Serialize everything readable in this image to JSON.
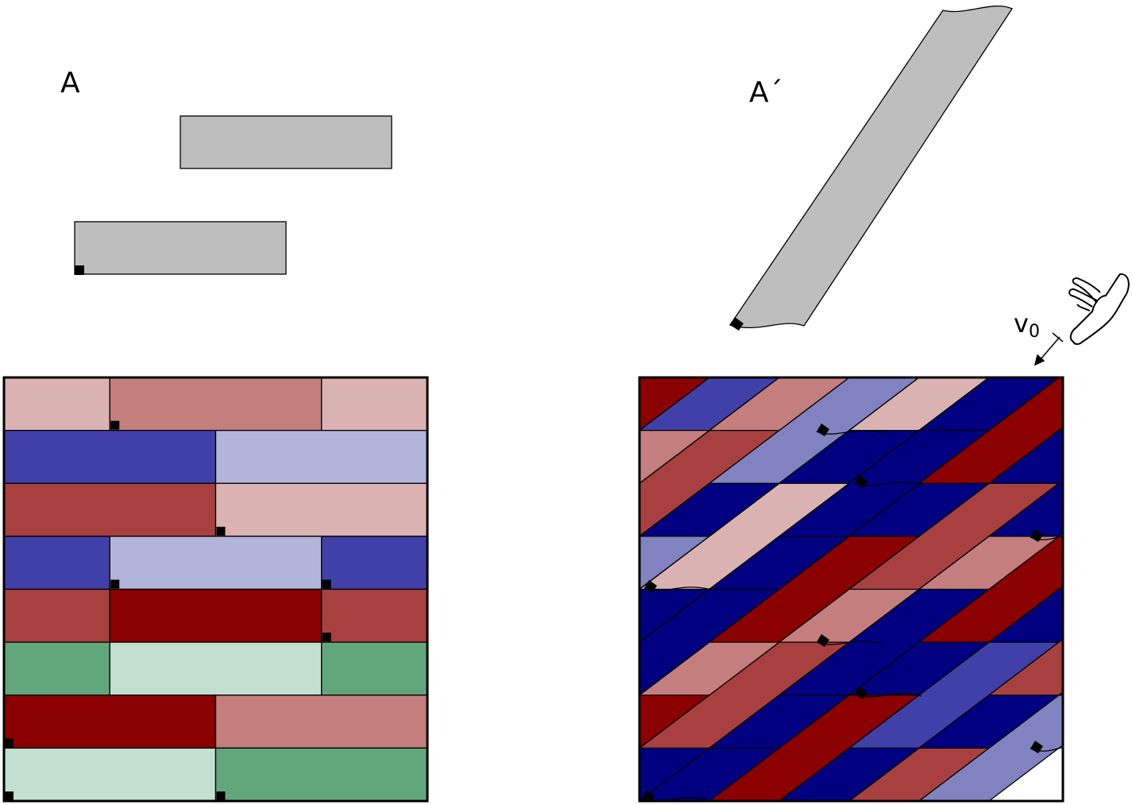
{
  "labels": {
    "panel_left": "A",
    "panel_right": "A´",
    "velocity_symbol": "v",
    "velocity_subscript": "0"
  },
  "colors": {
    "gray_tile": "#bebebe",
    "outline": "#000000",
    "palette": {
      "lr": "#dbb2b2",
      "r": "#c47e7e",
      "dr": "#a84040",
      "crimson": "#8b0000",
      "lb": "#b2b4da",
      "mb": "#8182c0",
      "b": "#4040a8",
      "navy": "#000080",
      "g": "#62a67c",
      "lg": "#c2dfd0"
    }
  },
  "left_tiling": {
    "rows": [
      [
        "lr",
        "r",
        "lr"
      ],
      [
        "b",
        "lb"
      ],
      [
        "dr",
        "lr"
      ],
      [
        "b",
        "lb",
        "b"
      ],
      [
        "dr",
        "crimson",
        "dr"
      ],
      [
        "g",
        "lg",
        "g"
      ],
      [
        "crimson",
        "r"
      ],
      [
        "lg",
        "g"
      ]
    ]
  },
  "right_tiling": {
    "stripes": [
      "navy",
      "crimson",
      "b",
      "dr",
      "mb",
      "lr",
      "navy",
      "crimson",
      "dr"
    ],
    "row_band": [
      "navy",
      "crimson",
      "b",
      "r",
      "lb",
      "lr",
      "navy",
      "dr",
      "mb"
    ]
  },
  "icons": {
    "pointing_hand": "pointing-hand-icon",
    "velocity_arrow": "arrow-down-left-icon",
    "corner_marker": "square-marker-icon"
  }
}
